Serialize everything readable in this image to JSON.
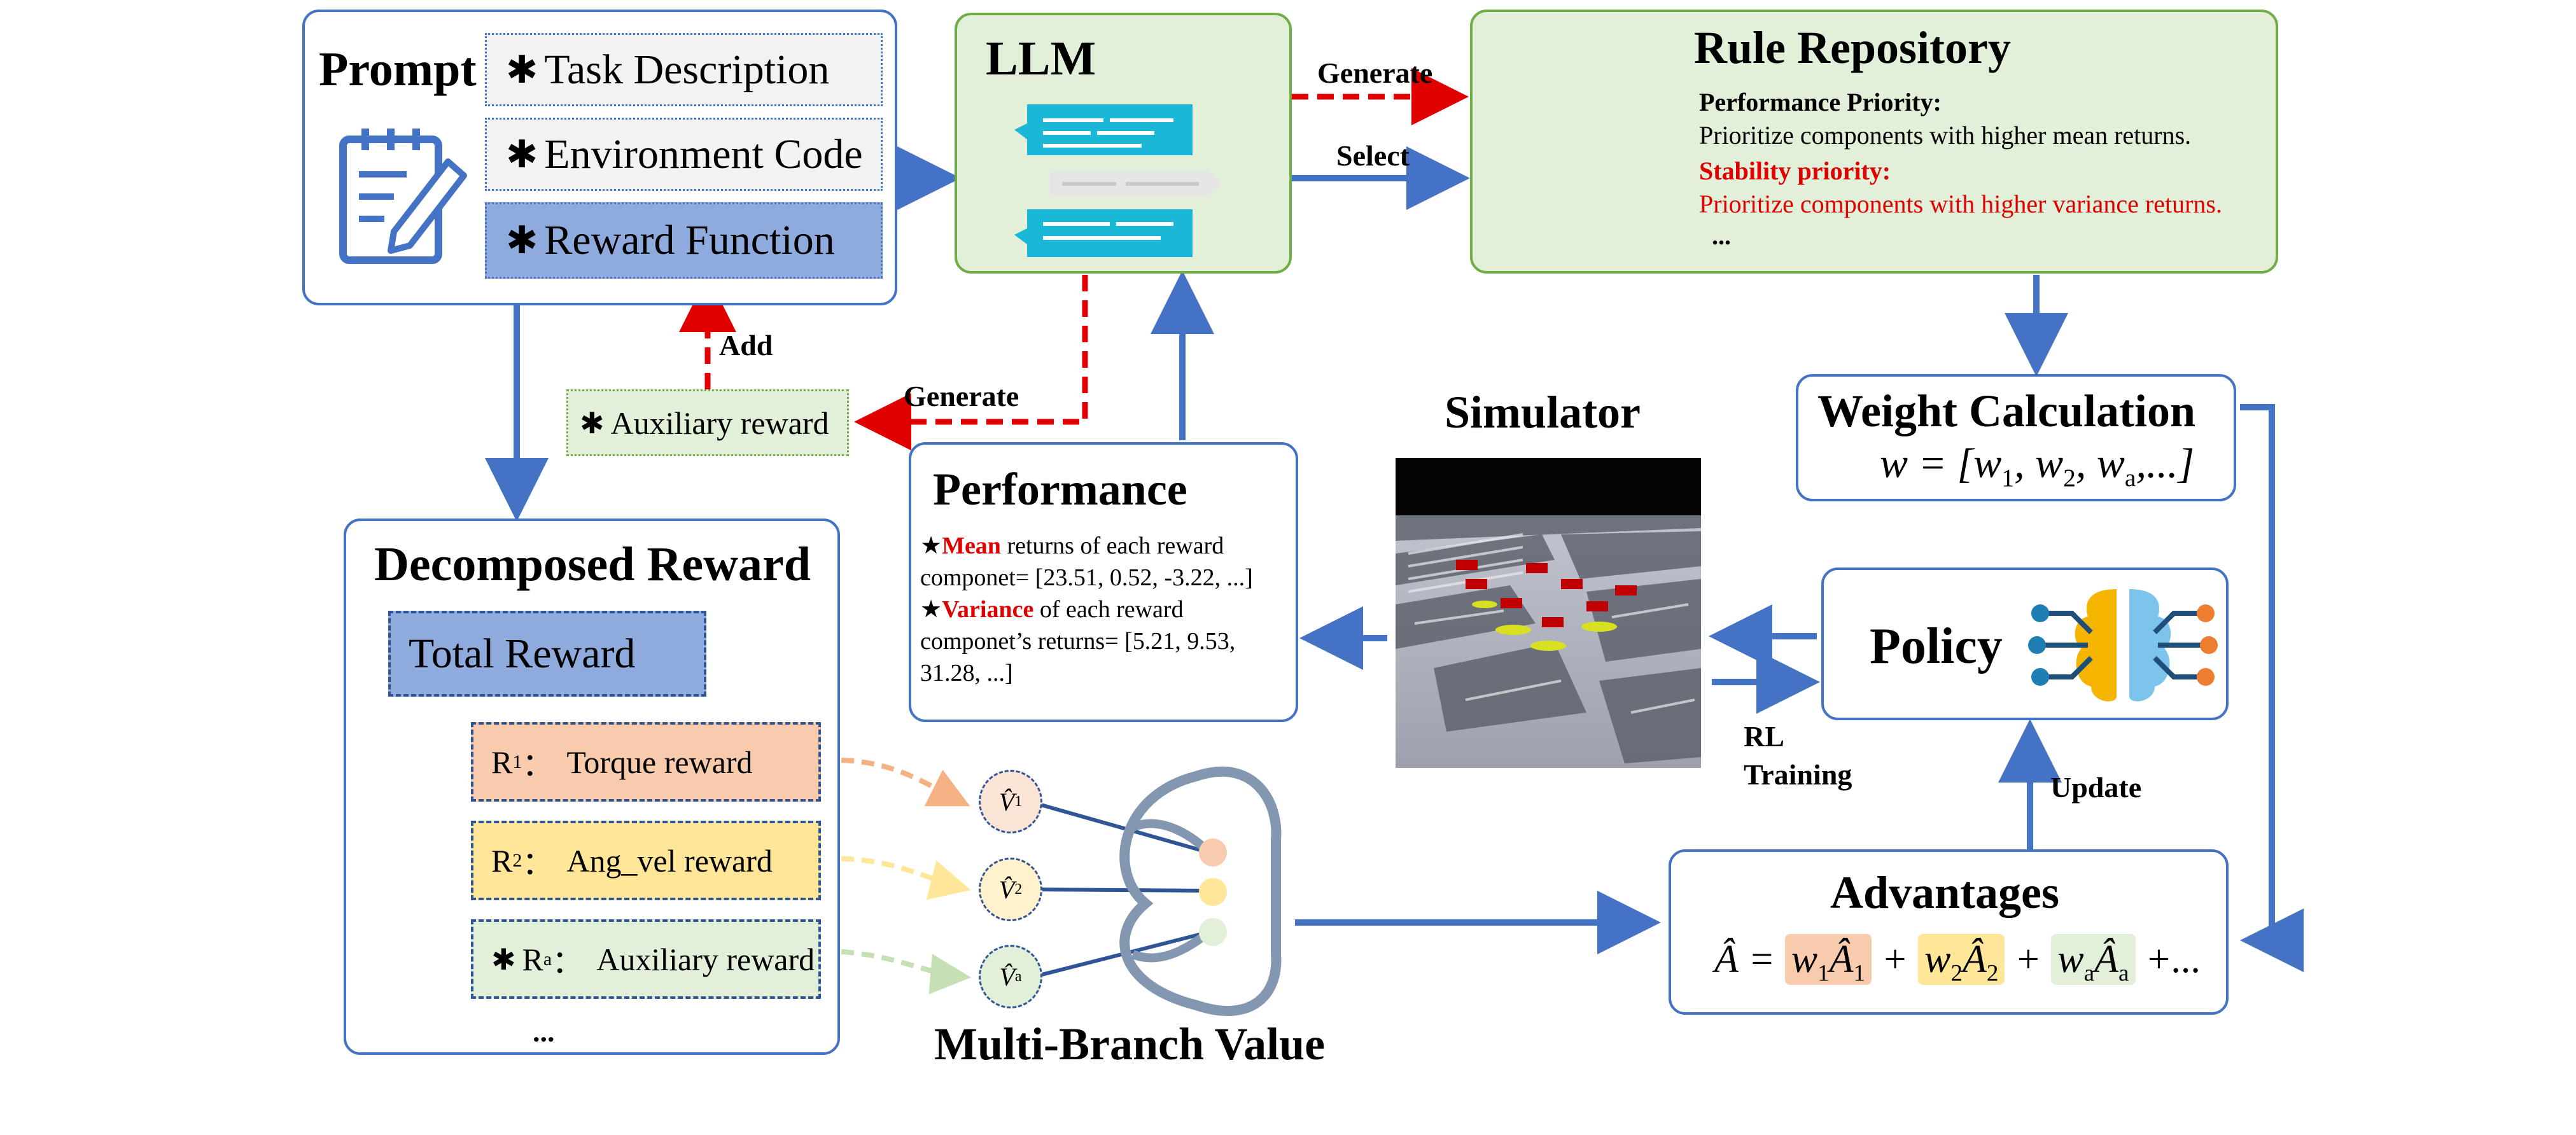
{
  "prompt": {
    "title": "Prompt",
    "icon": "notepad-pencil-icon",
    "items": [
      "Task Description",
      "Environment Code",
      "Reward Function"
    ]
  },
  "llm": {
    "title": "LLM",
    "icon": "chat-bubbles-icon"
  },
  "arrows": {
    "generate_top": "Generate",
    "select": "Select",
    "add": "Add",
    "generate_mid": "Generate",
    "rl_training_1": "RL",
    "rl_training_2": "Training",
    "update": "Update"
  },
  "rule_repository": {
    "title": "Rule Repository",
    "rules": [
      {
        "name": "Performance Priority:",
        "desc": "Prioritize components with higher mean returns."
      },
      {
        "name": "Stability priority:",
        "desc": "Prioritize components with higher variance returns."
      }
    ],
    "more": "..."
  },
  "auxiliary": {
    "label": "Auxiliary reward"
  },
  "weight": {
    "title": "Weight Calculation"
  },
  "simulator": {
    "title": "Simulator",
    "image": "quadruped-robots-terrain-image"
  },
  "performance": {
    "title": "Performance",
    "mean_word": "Mean",
    "mean_rest": " returns of each reward",
    "mean_line2": "componet= [23.51, 0.52, -3.22, ...]",
    "var_word": "Variance",
    "var_rest": " of each reward",
    "var_line2": "componet’s returns= [5.21, 9.53,",
    "var_line3": "31.28, ...]"
  },
  "policy": {
    "title": "Policy",
    "icon": "brain-network-icon"
  },
  "decomposed": {
    "title": "Decomposed Reward",
    "total": "Total Reward",
    "components": [
      {
        "sym": "R",
        "sub": "1",
        "label": "Torque reward"
      },
      {
        "sym": "R",
        "sub": "2",
        "label": "Ang_vel reward"
      },
      {
        "sym": "R",
        "sub": "a",
        "label": "Auxiliary reward"
      }
    ],
    "more": "..."
  },
  "multi_branch": {
    "title": "Multi-Branch Value",
    "heads": [
      "1",
      "2",
      "a"
    ]
  },
  "advantages": {
    "title": "Advantages"
  },
  "colors": {
    "blue": "#4472c4",
    "green_fill": "#e2efd9",
    "green_border": "#70ad47",
    "red": "#e00000",
    "orange_fill": "#f8cbad",
    "yellow_fill": "#ffe699",
    "light_green_fill": "#e2efd9",
    "prompt_gray": "#f2f2f2",
    "prompt_blue": "#8faadc"
  }
}
